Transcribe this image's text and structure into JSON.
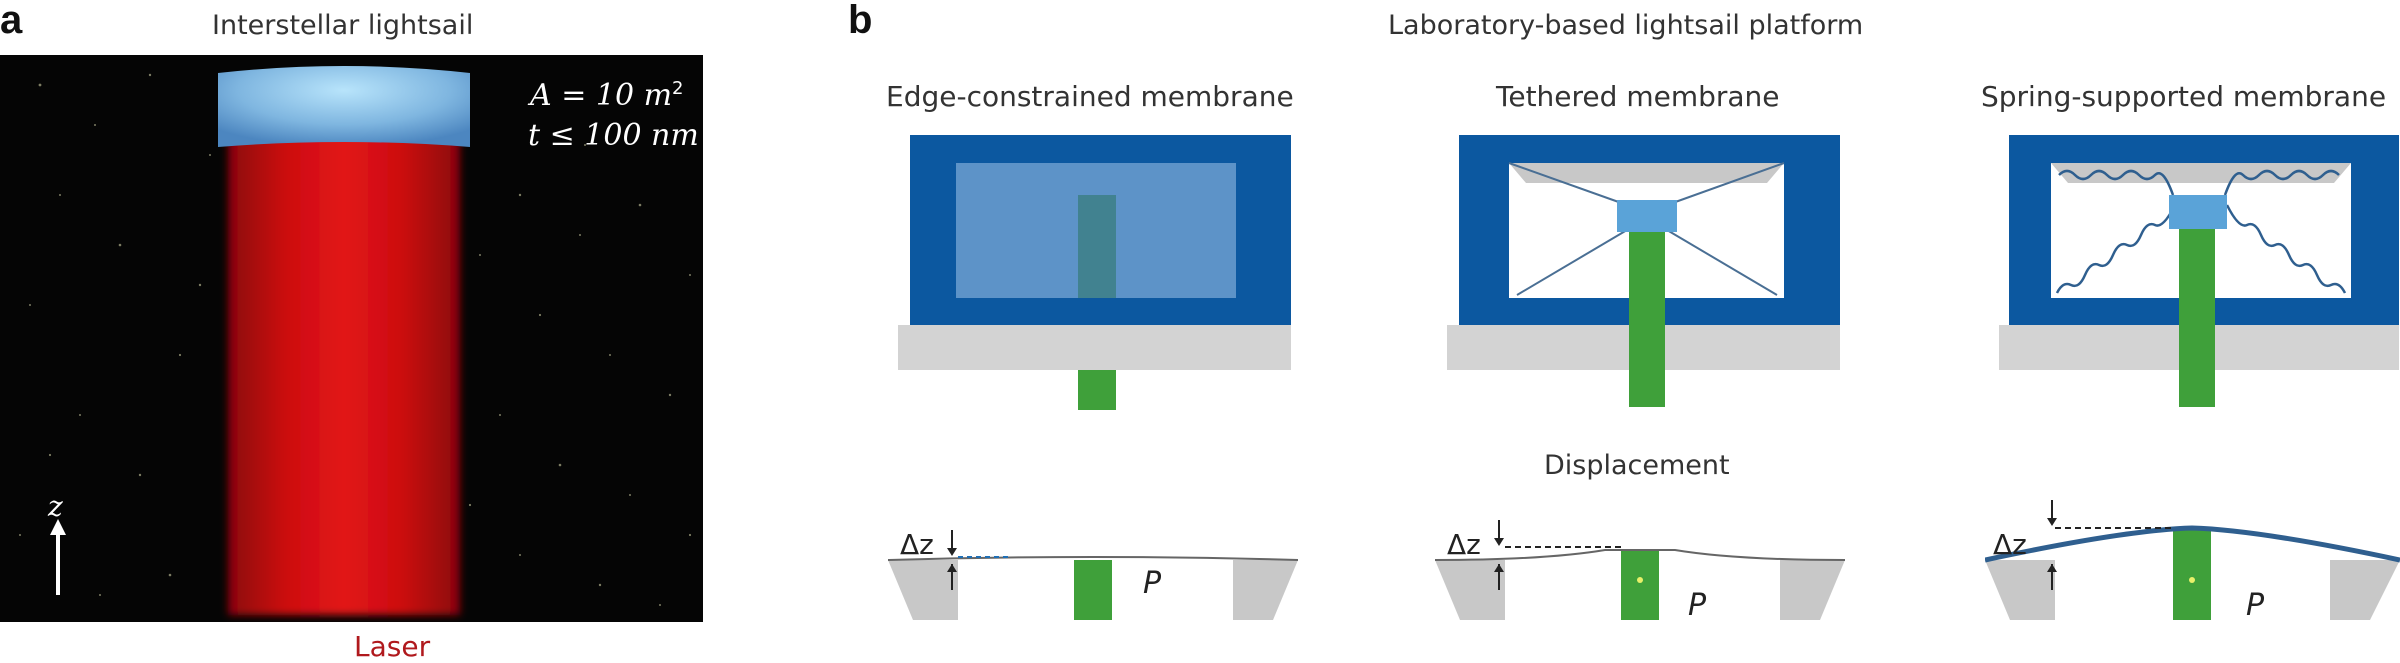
{
  "panel_a": {
    "letter": "a",
    "title": "Interstellar lightsail",
    "area_label": "A = 10 m",
    "area_exp": "2",
    "thickness_label": "t ≤ 100 nm",
    "axis_label": "z",
    "laser_label": "Laser"
  },
  "panel_b": {
    "letter": "b",
    "title": "Laboratory-based lightsail platform",
    "displacement_title": "Displacement",
    "membranes": [
      {
        "title": "Edge-constrained membrane",
        "dz": "Δz",
        "p": "P"
      },
      {
        "title": "Tethered membrane",
        "dz": "Δz",
        "p": "P"
      },
      {
        "title": "Spring-supported membrane",
        "dz": "Δz",
        "p": "P"
      }
    ]
  },
  "colors": {
    "space": "#050505",
    "laser": "#d40c0f",
    "sail": "#8fcdf0",
    "frame_blue": "#0c58a0",
    "frame_gray": "#d3d3d3",
    "beam_green": "#3fa03a"
  }
}
